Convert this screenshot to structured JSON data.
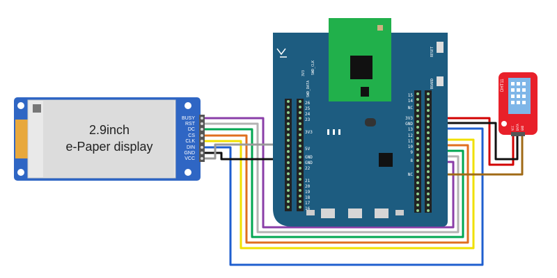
{
  "epaper": {
    "title_line1": "2.9inch",
    "title_line2": "e-Paper display",
    "pins": [
      "BUSY",
      "RST",
      "DC",
      "CS",
      "CLK",
      "DIN",
      "GND",
      "VCC"
    ]
  },
  "mcu_board": {
    "left_header_labels": [
      "26",
      "25",
      "24",
      "23",
      "3V3",
      "5V",
      "GND",
      "GND",
      "22",
      "21",
      "20",
      "19",
      "18",
      "17",
      "16"
    ],
    "right_header_labels": [
      "15",
      "14",
      "NC",
      "3V3",
      "GND",
      "13",
      "12",
      "11",
      "10",
      "9",
      "8",
      "NC"
    ],
    "vertical_labels": [
      "3V3",
      "SWD_DATA",
      "SWD_CLK",
      "RESET",
      "BOARD"
    ]
  },
  "sensor": {
    "label": "DHT11",
    "pins": [
      "VCC",
      "DATA",
      "GND"
    ]
  },
  "wire_colors": {
    "busy": "#8a3ea8",
    "rst": "#b3b3b3",
    "dc": "#00a651",
    "cs": "#e06f1f",
    "clk": "#f0e000",
    "din": "#1f5fcf",
    "gnd": "#111111",
    "vcc": "#d20000",
    "data": "#a06a16"
  }
}
